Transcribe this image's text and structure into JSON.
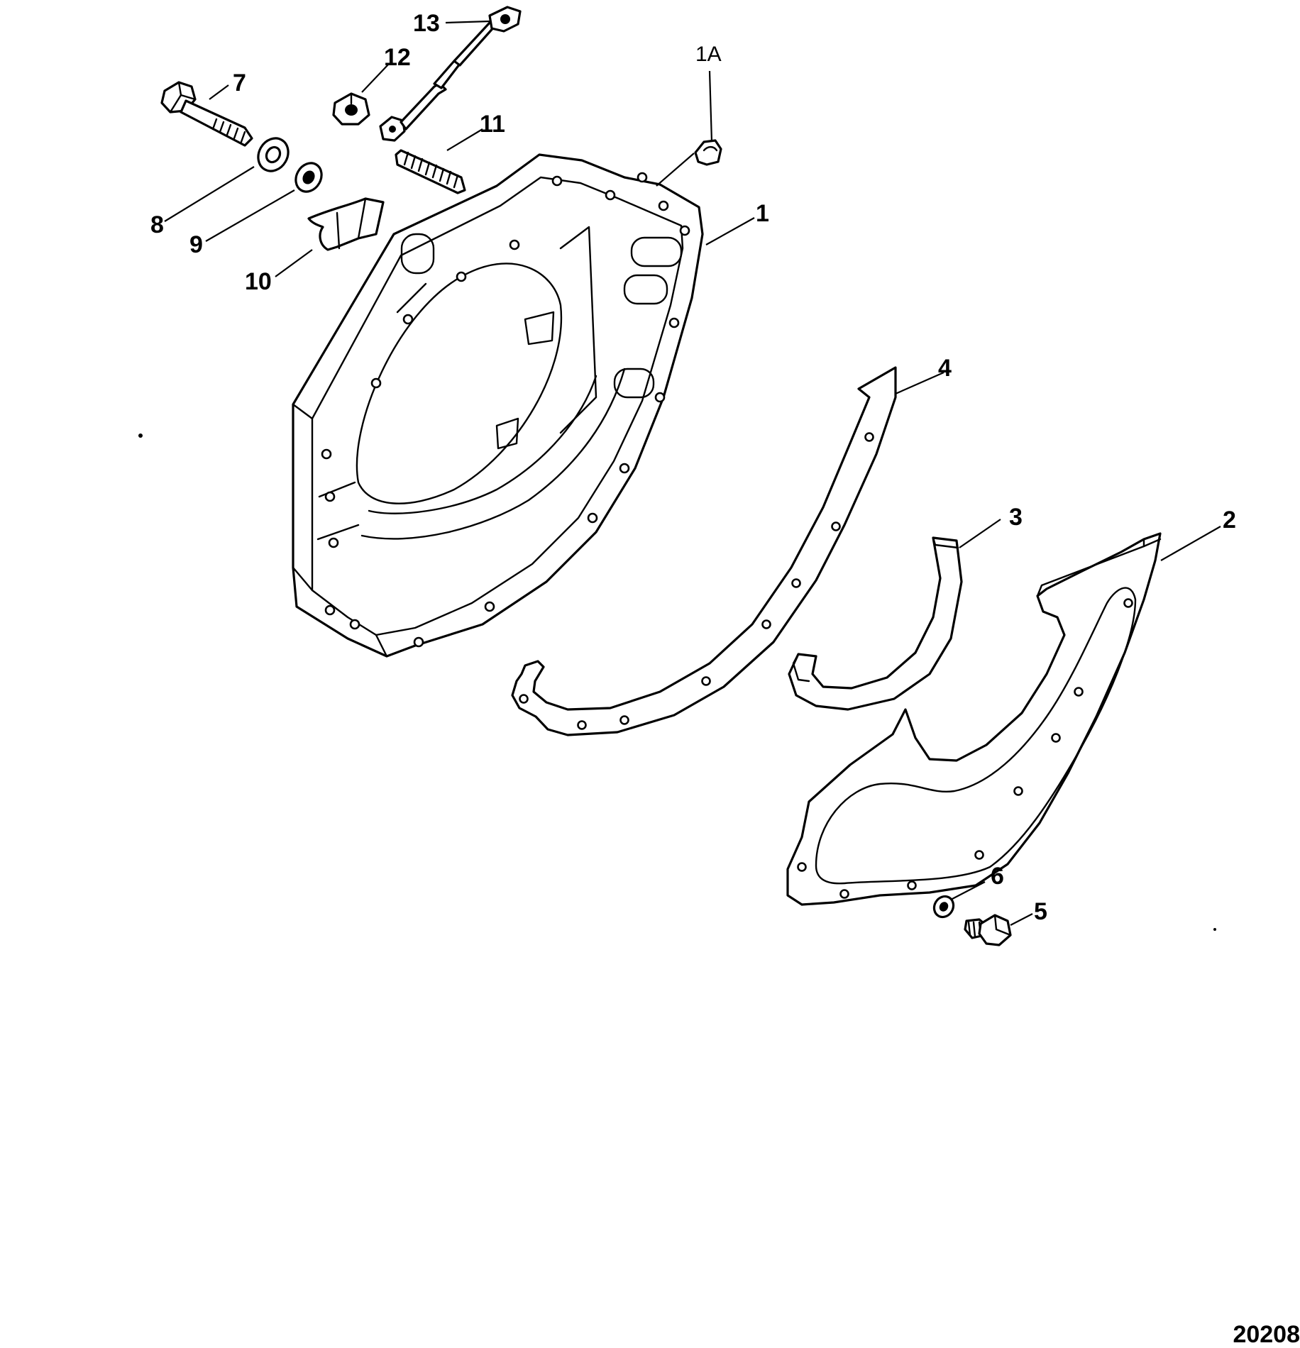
{
  "callouts": {
    "c1": "1",
    "c1a": "1A",
    "c2": "2",
    "c3": "3",
    "c4": "4",
    "c5": "5",
    "c6": "6",
    "c7": "7",
    "c8": "8",
    "c9": "9",
    "c10": "10",
    "c11": "11",
    "c12": "12",
    "c13": "13"
  },
  "drawing_number": "20208"
}
